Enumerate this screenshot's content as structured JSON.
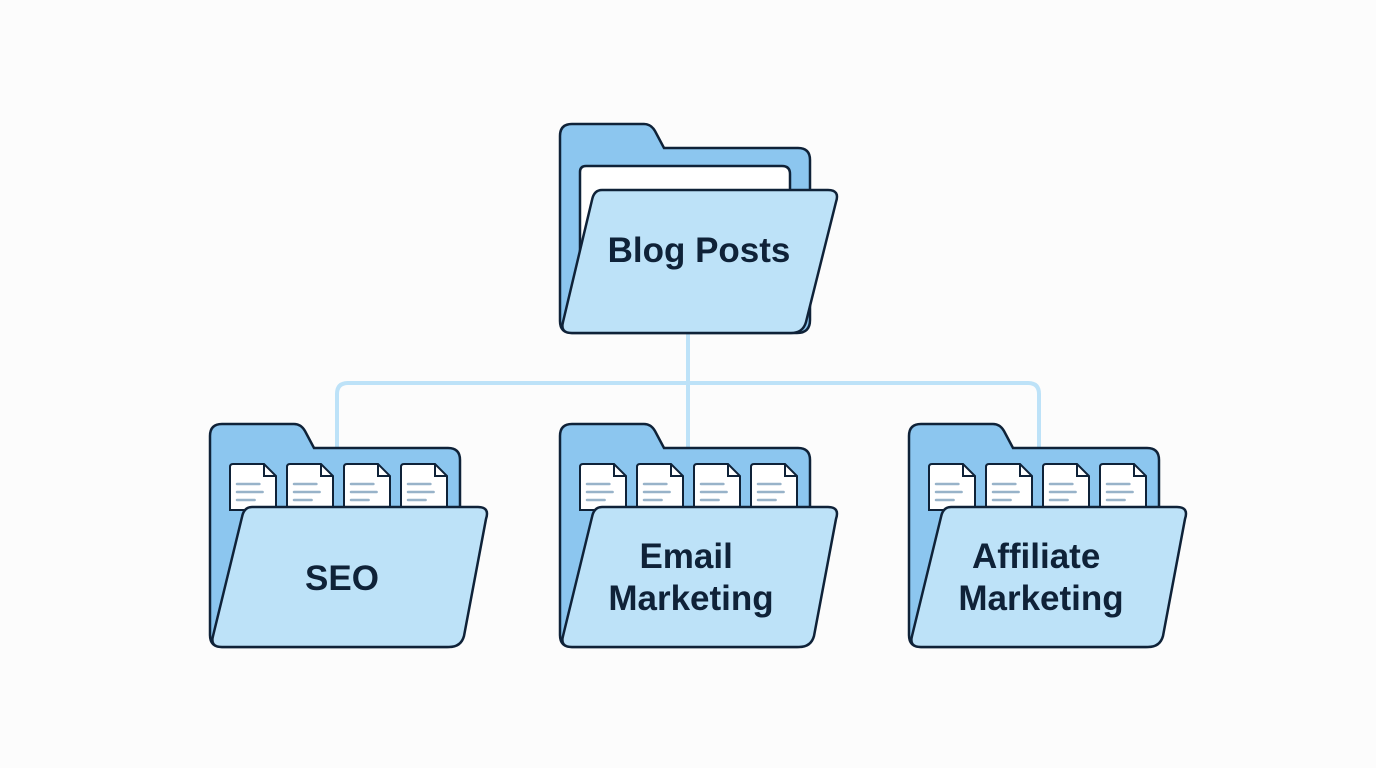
{
  "diagram": {
    "root": {
      "label_lines": [
        "Blog Posts"
      ]
    },
    "children": [
      {
        "label_lines": [
          "SEO"
        ],
        "documents": 4
      },
      {
        "label_lines": [
          "Email",
          "Marketing"
        ],
        "documents": 4
      },
      {
        "label_lines": [
          "Affiliate",
          "Marketing"
        ],
        "documents": 4
      }
    ]
  },
  "colors": {
    "background": "#fcfcfc",
    "folder_back": "#8cc6ef",
    "folder_front": "#bde2f8",
    "outline": "#0f2238",
    "connector": "#bde2f8",
    "paper": "#ffffff",
    "doc_lines": "#98b3c9"
  }
}
